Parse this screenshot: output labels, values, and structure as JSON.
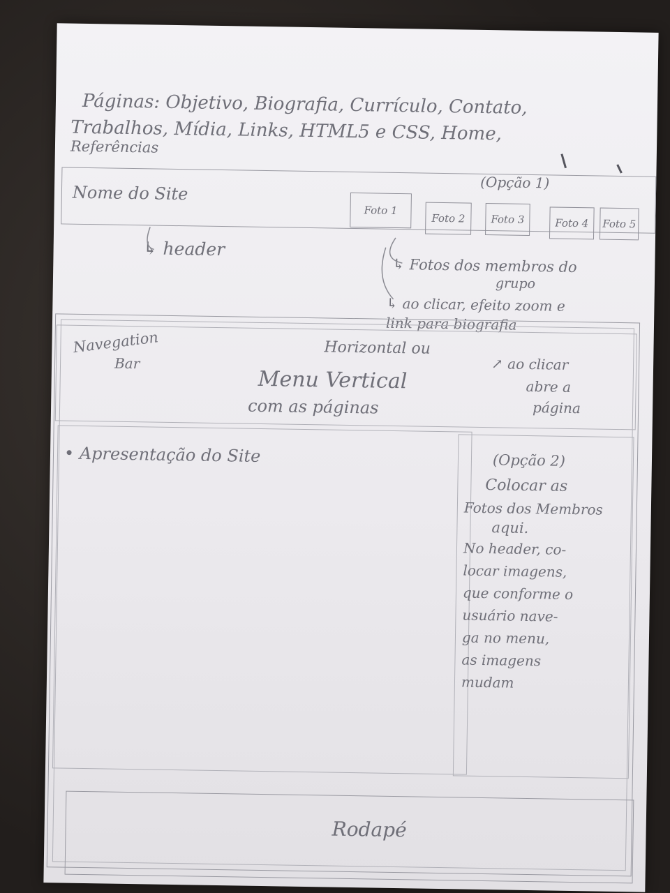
{
  "notes": {
    "pages_line1": "Páginas: Objetivo, Biografia, Currículo, Contato,",
    "pages_line2": "Trabalhos, Mídia, Links, HTML5 e CSS, Home,",
    "pages_line3": "Referências"
  },
  "header": {
    "option_label": "(Opção 1)",
    "site_name": "Nome do Site",
    "photos": [
      "Foto 1",
      "Foto 2",
      "Foto 3",
      "Foto 4",
      "Foto 5"
    ],
    "header_note": "↳ header",
    "photos_note_1": "↳ Fotos dos membros do",
    "photos_note_2": "grupo",
    "click_note_1": "↳ ao clicar, efeito zoom e",
    "click_note_2": "link para biografia"
  },
  "nav": {
    "label_1": "Navegation",
    "label_2": "Bar",
    "menu_1": "Horizontal ou",
    "menu_2": "Menu Vertical",
    "menu_3": "com as páginas",
    "click_1": "↗ ao clicar",
    "click_2": "abre a",
    "click_3": "página"
  },
  "main": {
    "intro": "• Apresentação do Site"
  },
  "sidebar": {
    "option_label": "(Opção 2)",
    "lines": [
      "Colocar as",
      "Fotos dos Membros",
      "aqui.",
      "No header, co-",
      "locar imagens,",
      "que conforme o",
      "usuário nave-",
      "ga no menu,",
      "as imagens",
      "mudam"
    ]
  },
  "footer": {
    "label": "Rodapé"
  }
}
